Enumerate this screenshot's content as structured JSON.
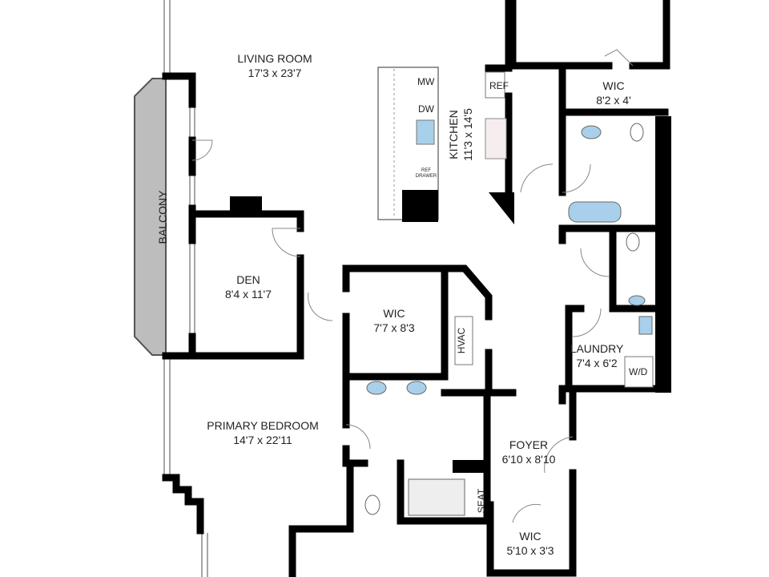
{
  "rooms": {
    "living": {
      "name": "LIVING ROOM",
      "dims": "17'3 x 23'7"
    },
    "kitchen": {
      "name": "KITCHEN",
      "dims": "11'3 x 14'5"
    },
    "wic_top": {
      "name": "WIC",
      "dims": "8'2 x 4'"
    },
    "balcony": {
      "name": "BALCONY"
    },
    "den": {
      "name": "DEN",
      "dims": "8'4 x 11'7"
    },
    "wic_primary": {
      "name": "WIC",
      "dims": "7'7 x 8'3"
    },
    "laundry": {
      "name": "LAUNDRY",
      "dims": "7'4 x 6'2"
    },
    "primary": {
      "name": "PRIMARY BEDROOM",
      "dims": "14'7 x 22'11"
    },
    "foyer": {
      "name": "FOYER",
      "dims": "6'10 x 8'10"
    },
    "wic_foyer": {
      "name": "WIC",
      "dims": "5'10 x 3'3"
    }
  },
  "fixtures": {
    "mw": "MW",
    "dw": "DW",
    "ref_drawer": "REF DRAWER",
    "ref": "REF",
    "hvac": "HVAC",
    "wd": "W/D",
    "seat": "SEAT"
  },
  "colors": {
    "wall": "#000000",
    "balcony": "#bdbdbd",
    "fixture": "#a9d0ea"
  }
}
